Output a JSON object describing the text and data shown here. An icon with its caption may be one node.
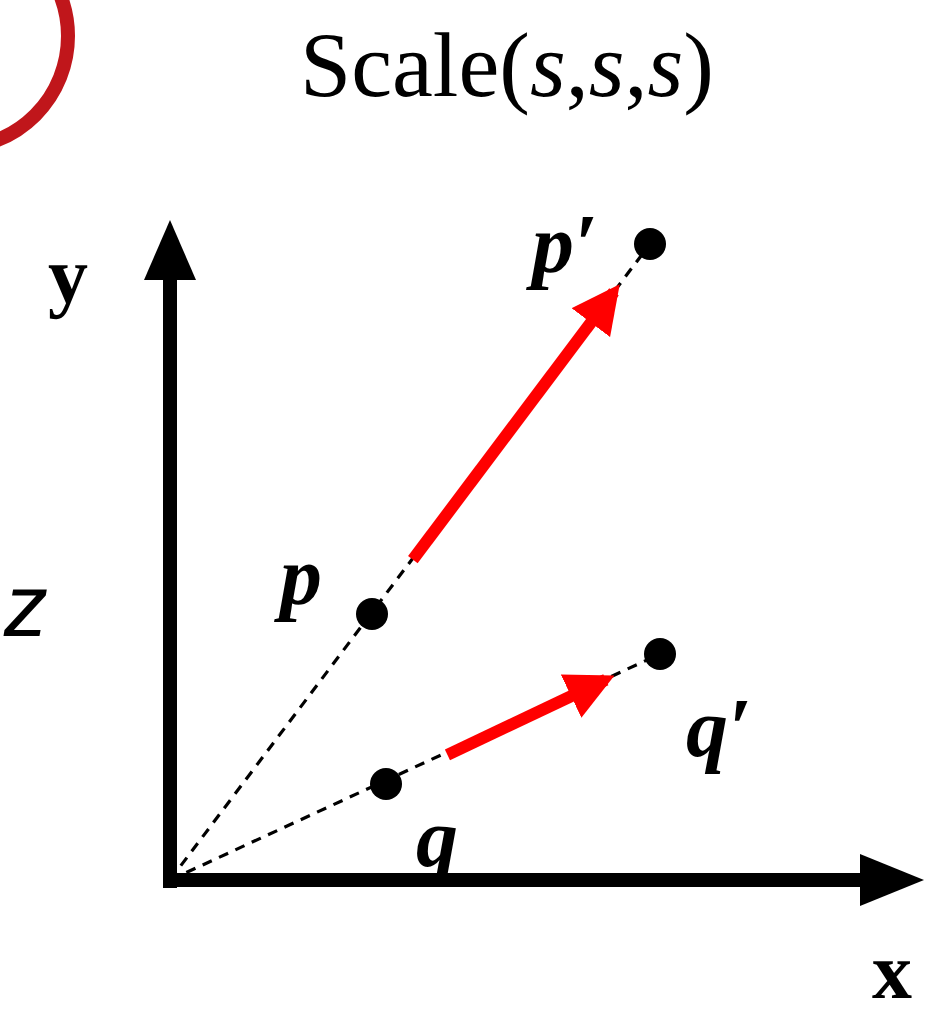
{
  "diagram": {
    "title": "Scale(*s*,*s*,*s*)",
    "nodes": [
      {
        "text": [
          "p′"
        ]
      },
      {
        "text": [
          "p"
        ]
      },
      {
        "text": [
          "q′"
        ]
      },
      {
        "text": [
          "q"
        ]
      },
      {
        "text": [],
        "shape": "circle"
      }
    ],
    "edges": [
      {
        "from": 1,
        "to": 0,
        "arrow": "to",
        "color": "#ff0000"
      },
      {
        "from": 3,
        "to": 2,
        "arrow": "to",
        "color": "#ff0000"
      }
    ],
    "labels": [
      "y",
      "z",
      "x"
    ]
  }
}
